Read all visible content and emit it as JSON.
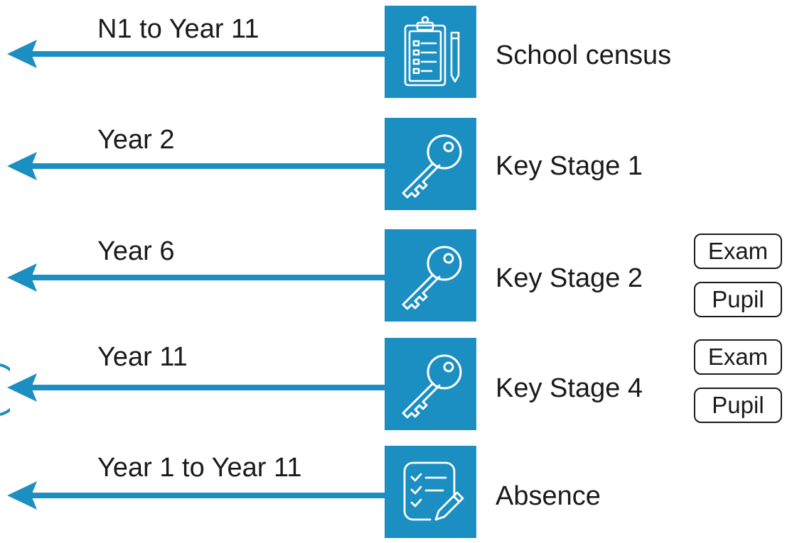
{
  "colors": {
    "accent": "#1b8ec2",
    "text": "#1a1a1a"
  },
  "rows": [
    {
      "label": "N1 to Year 11",
      "source": "School census",
      "icon": "clipboard-checklist-icon",
      "tags": []
    },
    {
      "label": "Year 2",
      "source": "Key Stage 1",
      "icon": "key-icon",
      "tags": []
    },
    {
      "label": "Year 6",
      "source": "Key Stage 2",
      "icon": "key-icon",
      "tags": [
        "Exam",
        "Pupil"
      ]
    },
    {
      "label": "Year 11",
      "source": "Key Stage 4",
      "icon": "key-icon",
      "tags": [
        "Exam",
        "Pupil"
      ]
    },
    {
      "label": "Year 1 to Year 11",
      "source": "Absence",
      "icon": "checklist-pencil-icon",
      "tags": []
    }
  ]
}
